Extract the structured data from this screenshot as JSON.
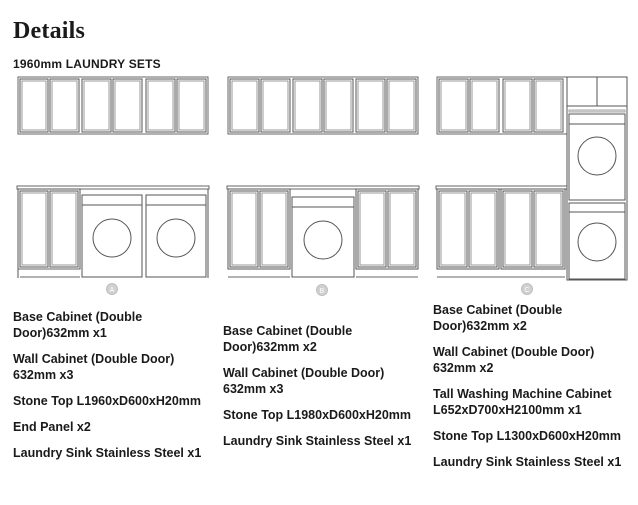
{
  "heading": "Details",
  "subheading": "1960mm LAUNDRY SETS",
  "sets": [
    {
      "badge": "A",
      "items": [
        "Base Cabinet (Double Door)632mm x1",
        "Wall Cabinet (Double Door) 632mm x3",
        "Stone Top L1960xD600xH20mm",
        "End Panel x2",
        "Laundry Sink Stainless Steel x1"
      ]
    },
    {
      "badge": "B",
      "items": [
        "Base Cabinet (Double Door)632mm x2",
        "Wall Cabinet (Double Door) 632mm x3",
        "Stone Top L1980xD600xH20mm",
        "Laundry Sink Stainless Steel x1"
      ]
    },
    {
      "badge": "C",
      "items": [
        "Base Cabinet (Double Door)632mm x2",
        "Wall Cabinet (Double Door) 632mm x2",
        "Tall Washing Machine Cabinet L652xD700xH2100mm x1",
        "Stone Top L1300xD600xH20mm",
        "Laundry Sink Stainless Steel x1"
      ]
    }
  ]
}
